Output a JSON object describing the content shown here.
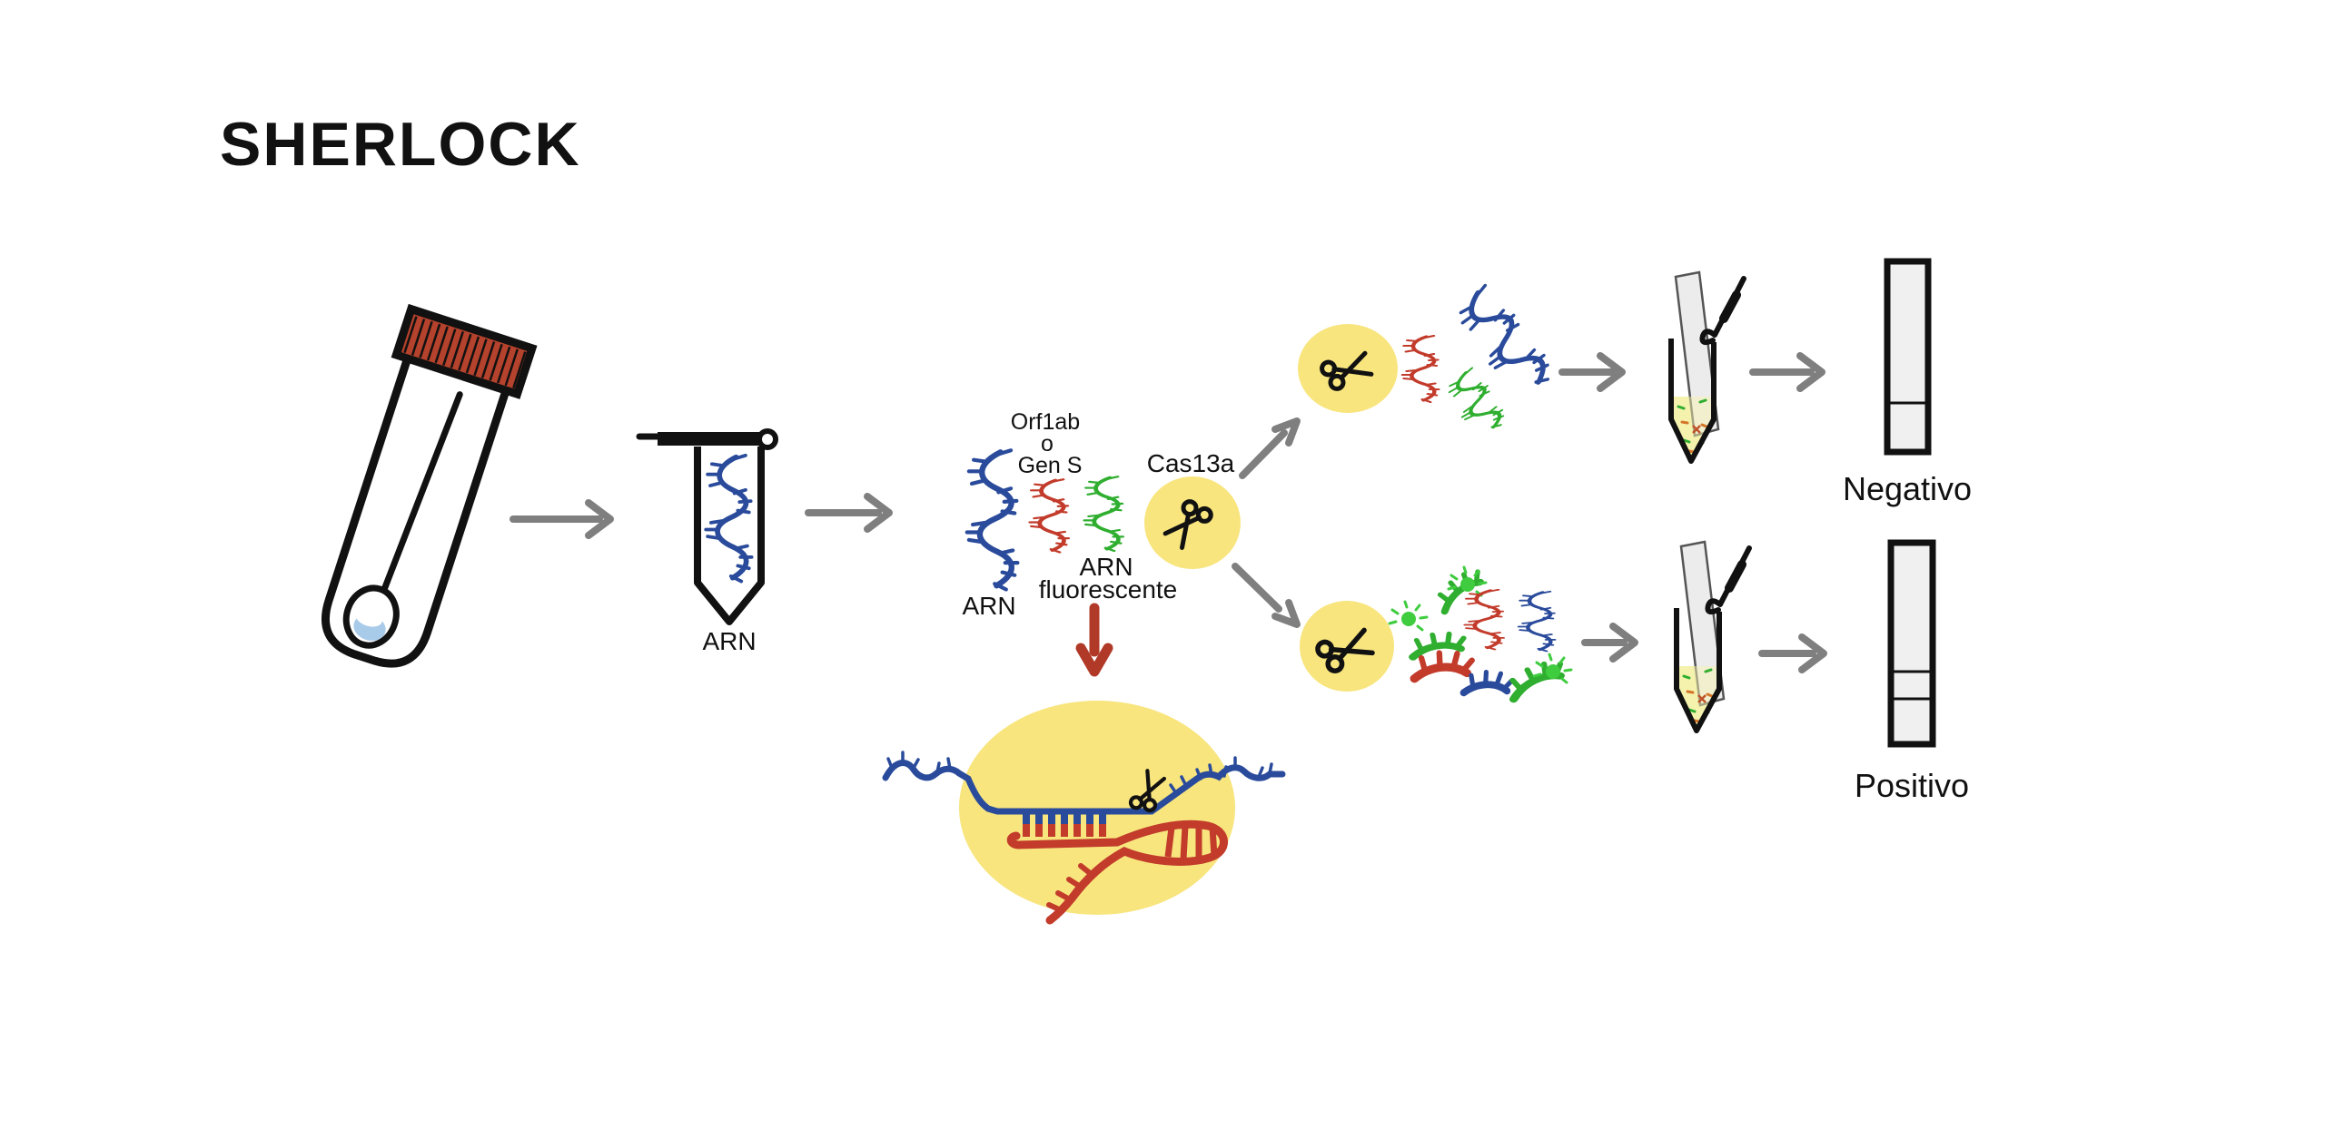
{
  "title": "SHERLOCK",
  "labels": {
    "arn_tube": "ARN",
    "gene1": "Orf1ab",
    "gene2": "o",
    "gene3": "Gen S",
    "arn": "ARN",
    "fluor1": "ARN",
    "fluor2": "fluorescente",
    "cas13a": "Cas13a",
    "negativo": "Negativo",
    "positivo": "Positivo"
  },
  "icons": {
    "scissors": "scissors-icon",
    "fluorescent_glow": "glow-dot-icon",
    "swab_tube": "swab-sample-tube-icon",
    "microtube": "microcentrifuge-tube-icon",
    "lateral_flow_strip": "test-strip-icon",
    "arrow": "arrow-icon"
  },
  "colors": {
    "rna_blue": "#2A4B9B",
    "rna_red": "#C23B2B",
    "rna_green": "#2FAE2F",
    "fluor_green": "#3FCC3F",
    "highlight_yellow": "#F8E57E",
    "arrow_gray": "#7F7F7F",
    "cap_red": "#B5422C",
    "reaction_red": "#B03A27",
    "liquid_yellow": "#F5F2AE",
    "strip_gray": "#F0F0F0",
    "swab_blue": "#A9CBEA"
  }
}
